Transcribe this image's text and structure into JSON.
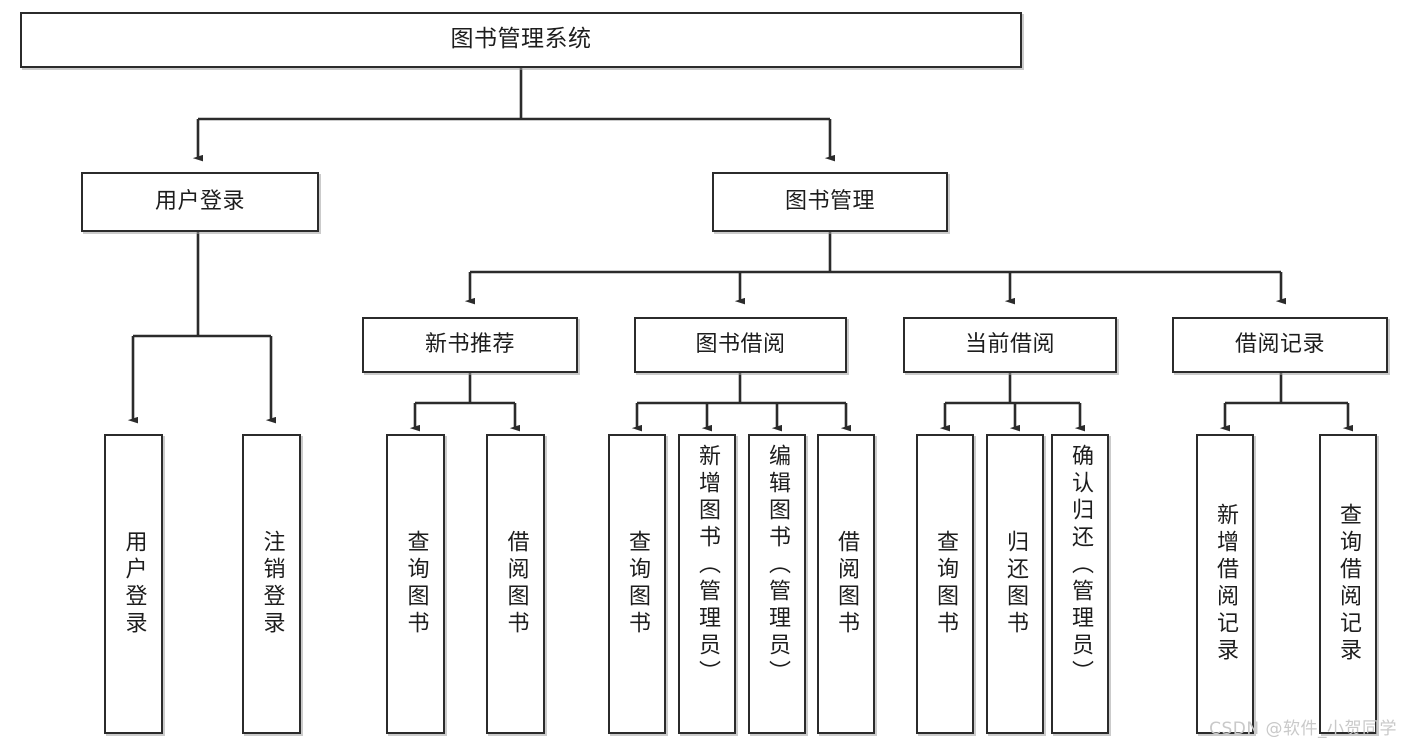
{
  "diagram": {
    "title": "图书管理系统",
    "type": "tree",
    "watermark": "CSDN @软件_小贺同学",
    "colors": {
      "border": "#2b2b2b",
      "text": "#1d1d1d",
      "background": "#ffffff",
      "edge": "#3a3a3a",
      "watermark": "#c9c9c9"
    },
    "nodes": {
      "root": {
        "label": "图书管理系统"
      },
      "level1": [
        {
          "id": "user-login",
          "label": "用户登录"
        },
        {
          "id": "book-manage",
          "label": "图书管理"
        }
      ],
      "level2": [
        {
          "id": "new-book-recommend",
          "label": "新书推荐"
        },
        {
          "id": "book-borrow",
          "label": "图书借阅"
        },
        {
          "id": "current-borrow",
          "label": "当前借阅"
        },
        {
          "id": "borrow-record",
          "label": "借阅记录"
        }
      ],
      "leaves": {
        "user_login": [
          {
            "id": "leaf-user-login",
            "label": "用户登录"
          },
          {
            "id": "leaf-logout-login",
            "label": "注销登录"
          }
        ],
        "new_book_recommend": [
          {
            "id": "leaf-query-book-1",
            "label": "查询图书"
          },
          {
            "id": "leaf-borrow-book-1",
            "label": "借阅图书"
          }
        ],
        "book_borrow": [
          {
            "id": "leaf-query-book-2",
            "label": "查询图书"
          },
          {
            "id": "leaf-add-book",
            "label": "新增图书（管理员）"
          },
          {
            "id": "leaf-edit-book",
            "label": "编辑图书（管理员）"
          },
          {
            "id": "leaf-borrow-book-2",
            "label": "借阅图书"
          }
        ],
        "current_borrow": [
          {
            "id": "leaf-query-book-3",
            "label": "查询图书"
          },
          {
            "id": "leaf-return-book",
            "label": "归还图书"
          },
          {
            "id": "leaf-confirm-return",
            "label": "确认归还（管理员）"
          }
        ],
        "borrow_record": [
          {
            "id": "leaf-add-record",
            "label": "新增借阅记录"
          },
          {
            "id": "leaf-query-record",
            "label": "查询借阅记录"
          }
        ]
      }
    }
  }
}
